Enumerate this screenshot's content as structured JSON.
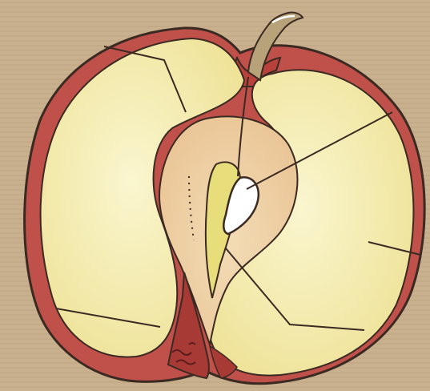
{
  "diagram": {
    "subject": "apple-cross-section",
    "labels": [],
    "leader_lines": [
      {
        "id": "skin-line"
      },
      {
        "id": "flesh-top-line"
      },
      {
        "id": "seed-line"
      },
      {
        "id": "flesh-right-line"
      },
      {
        "id": "flesh-bottom-left-line"
      },
      {
        "id": "core-line"
      }
    ],
    "colors": {
      "background": "#c9b08e",
      "skin": "#c0504a",
      "skin_dark": "#8e2a2a",
      "flesh": "#f4eba6",
      "flesh_light": "#f8f2c4",
      "core": "#f0d2a6",
      "outline": "#3a2a22",
      "stem": "#6b5a3a",
      "seed": "#ffffff"
    }
  }
}
